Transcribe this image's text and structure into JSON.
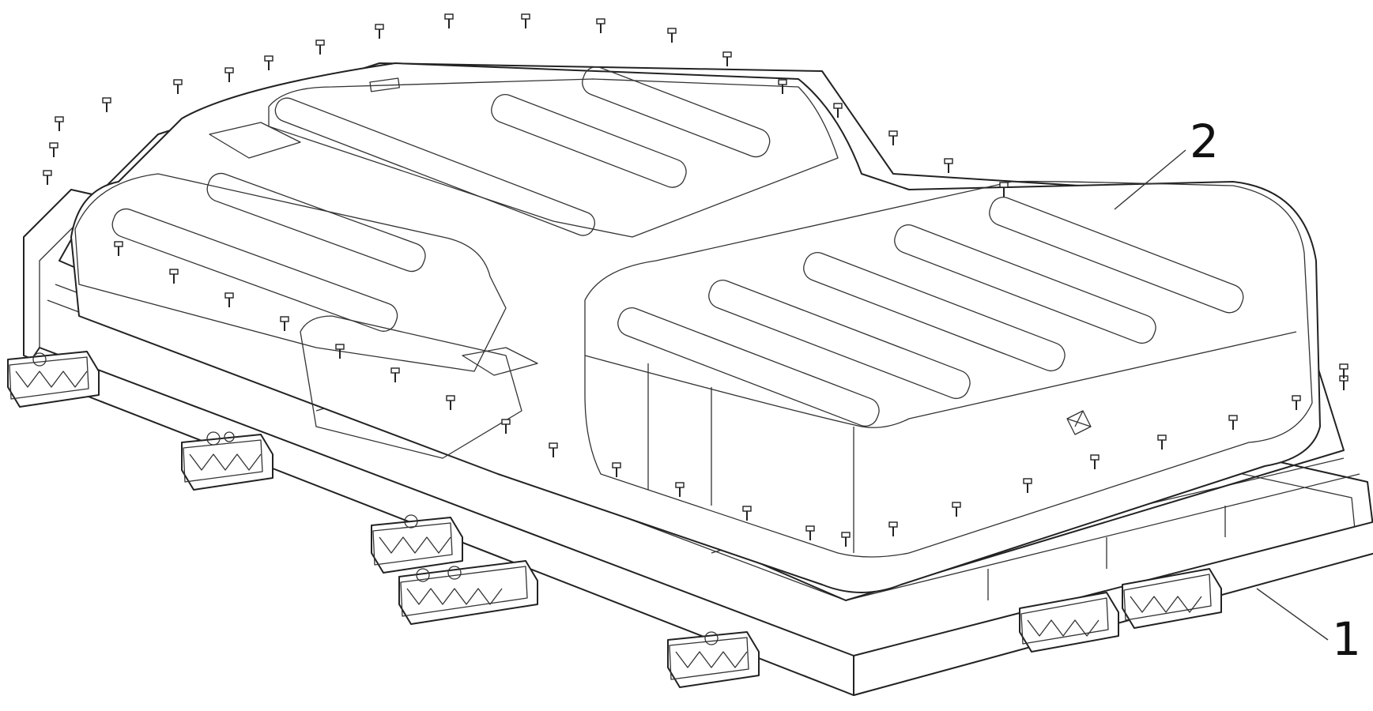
{
  "figure": {
    "callouts": [
      {
        "label": "2",
        "target": "cover"
      },
      {
        "label": "1",
        "target": "tray"
      }
    ]
  }
}
